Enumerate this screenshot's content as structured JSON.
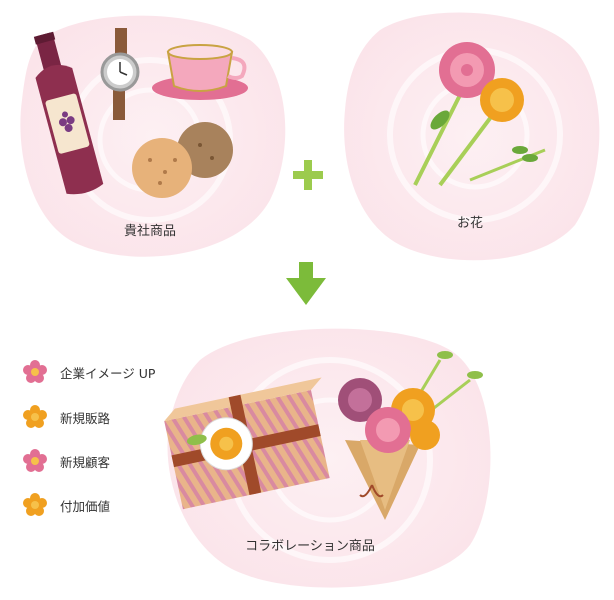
{
  "colors": {
    "blob_pink": "#fbe7ec",
    "blob_rose_lines": "#f7d3dc",
    "plus_green": "#9ccb4d",
    "arrow_green": "#7cbb3a",
    "flower_pink": "#e26f93",
    "flower_orange": "#f0a020",
    "flower_mauve": "#a04f78",
    "wine": "#8e2f4f",
    "kraft": "#d9a868"
  },
  "labels": {
    "company_products": "貴社商品",
    "flowers": "お花",
    "collaboration": "コラボレーション商品"
  },
  "benefits": [
    {
      "icon": "pink-flower-icon",
      "text": "企業イメージ UP"
    },
    {
      "icon": "orange-flower-icon",
      "text": "新規販路"
    },
    {
      "icon": "pink-flower-icon",
      "text": "新規顧客"
    },
    {
      "icon": "orange-flower-icon",
      "text": "付加価値"
    }
  ],
  "icons": [
    "wine-bottle-icon",
    "wristwatch-icon",
    "teacup-icon",
    "cookie-icon",
    "flower-bouquet-icon",
    "plus-icon",
    "down-arrow-icon",
    "gift-box-icon",
    "wrapped-bouquet-icon"
  ]
}
